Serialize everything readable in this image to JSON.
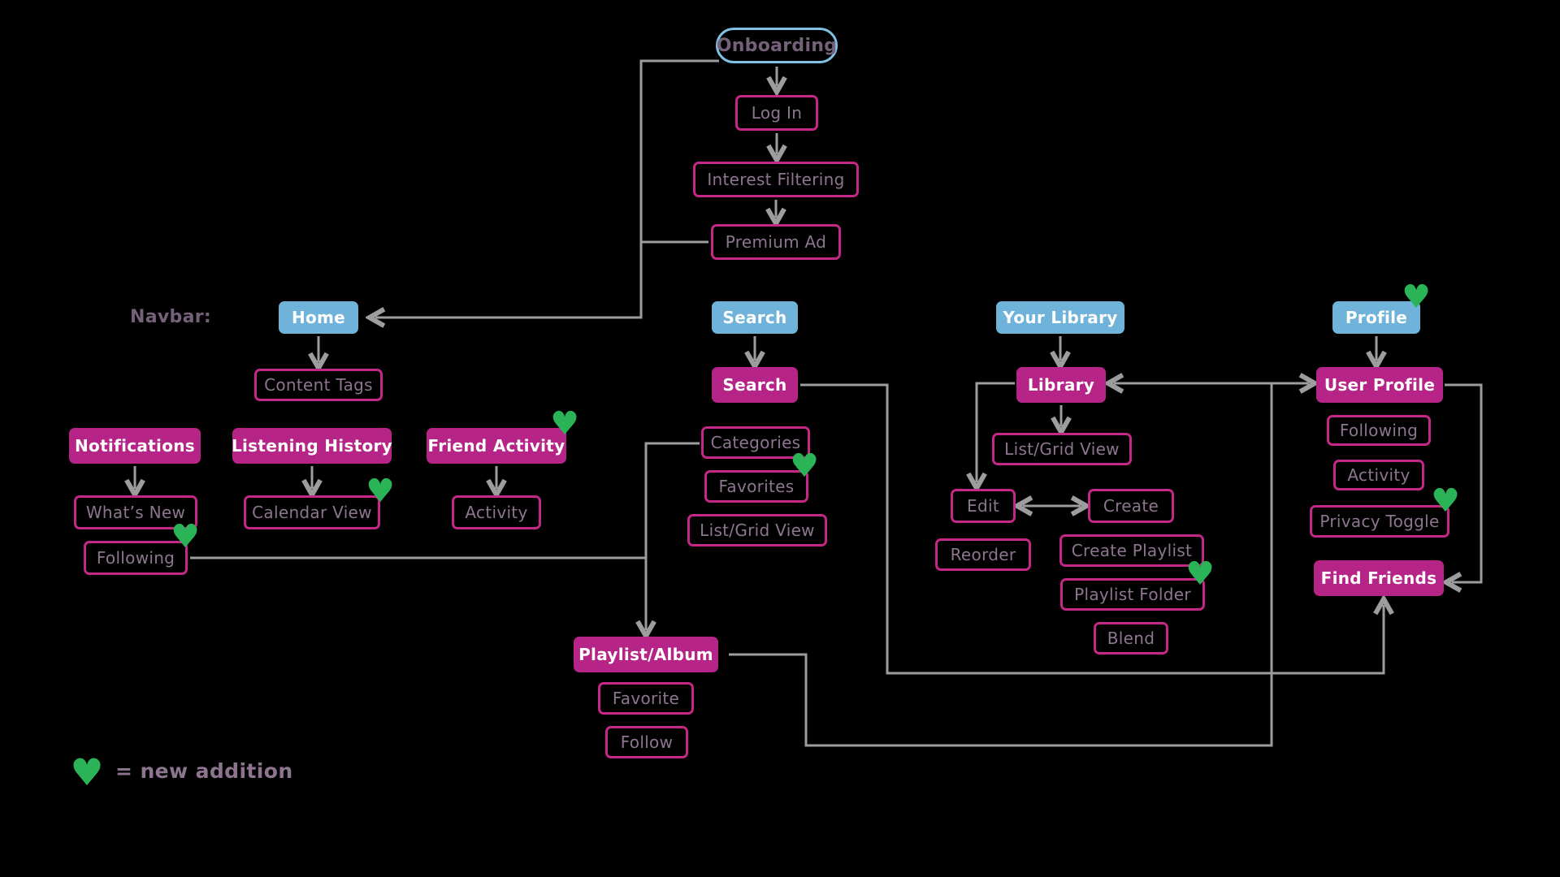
{
  "diagram_type": "app-sitemap-flowchart",
  "labels": {
    "navbar": "Navbar:"
  },
  "legend": {
    "text": "= new addition"
  },
  "icons": {
    "new_addition_heart": "♥"
  },
  "colors": {
    "background": "#000000",
    "node_fill_magenta": "#B52486",
    "node_border_magenta": "#C42786",
    "node_blue": "#6FB3DA",
    "node_text_mauve": "#8D7590",
    "label_text_dark_mauve": "#756079",
    "connector_gray": "#9D9DA0",
    "heart_green": "#2AB457",
    "filled_node_text": "#FFFFFF"
  },
  "nodes": {
    "onboarding": {
      "label": "Onboarding"
    },
    "log_in": {
      "label": "Log In"
    },
    "interest_filtering": {
      "label": "Interest Filtering"
    },
    "premium_ad": {
      "label": "Premium Ad"
    },
    "home": {
      "label": "Home"
    },
    "content_tags": {
      "label": "Content Tags"
    },
    "notifications": {
      "label": "Notifications"
    },
    "listening_history": {
      "label": "Listening History"
    },
    "friend_activity": {
      "label": "Friend Activity",
      "new_addition": true
    },
    "whats_new": {
      "label": "What’s New"
    },
    "calendar_view": {
      "label": "Calendar View",
      "new_addition": true
    },
    "activity_home": {
      "label": "Activity"
    },
    "following_home": {
      "label": "Following",
      "new_addition": true
    },
    "search_nav": {
      "label": "Search"
    },
    "search_page": {
      "label": "Search"
    },
    "categories": {
      "label": "Categories"
    },
    "favorites": {
      "label": "Favorites",
      "new_addition": true
    },
    "list_grid_view_search": {
      "label": "List/Grid View"
    },
    "your_library": {
      "label": "Your Library"
    },
    "library": {
      "label": "Library"
    },
    "list_grid_view_library": {
      "label": "List/Grid View"
    },
    "edit": {
      "label": "Edit"
    },
    "create": {
      "label": "Create"
    },
    "reorder": {
      "label": "Reorder"
    },
    "create_playlist": {
      "label": "Create Playlist"
    },
    "playlist_folder": {
      "label": "Playlist Folder",
      "new_addition": true
    },
    "blend": {
      "label": "Blend"
    },
    "profile": {
      "label": "Profile",
      "new_addition": true
    },
    "user_profile": {
      "label": "User Profile"
    },
    "following_profile": {
      "label": "Following"
    },
    "activity_profile": {
      "label": "Activity"
    },
    "privacy_toggle": {
      "label": "Privacy Toggle",
      "new_addition": true
    },
    "find_friends": {
      "label": "Find Friends"
    },
    "playlist_album": {
      "label": "Playlist/Album"
    },
    "favorite": {
      "label": "Favorite"
    },
    "follow": {
      "label": "Follow"
    }
  }
}
